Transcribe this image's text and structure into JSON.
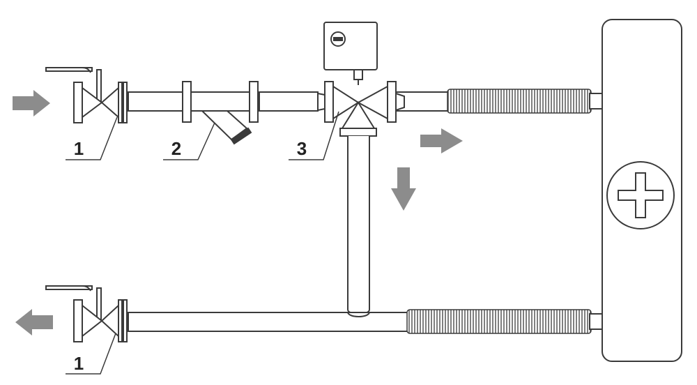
{
  "labels": {
    "valve_top": "1",
    "strainer": "2",
    "three_way_valve": "3",
    "valve_bottom": "1"
  },
  "colors": {
    "line": "#3a3a3a",
    "arrow": "#8c8c8c",
    "background": "#ffffff"
  },
  "icons": {
    "heat_exchanger_symbol": "plus-in-circle-icon",
    "actuator_symbol": "minus-in-circle-icon"
  }
}
